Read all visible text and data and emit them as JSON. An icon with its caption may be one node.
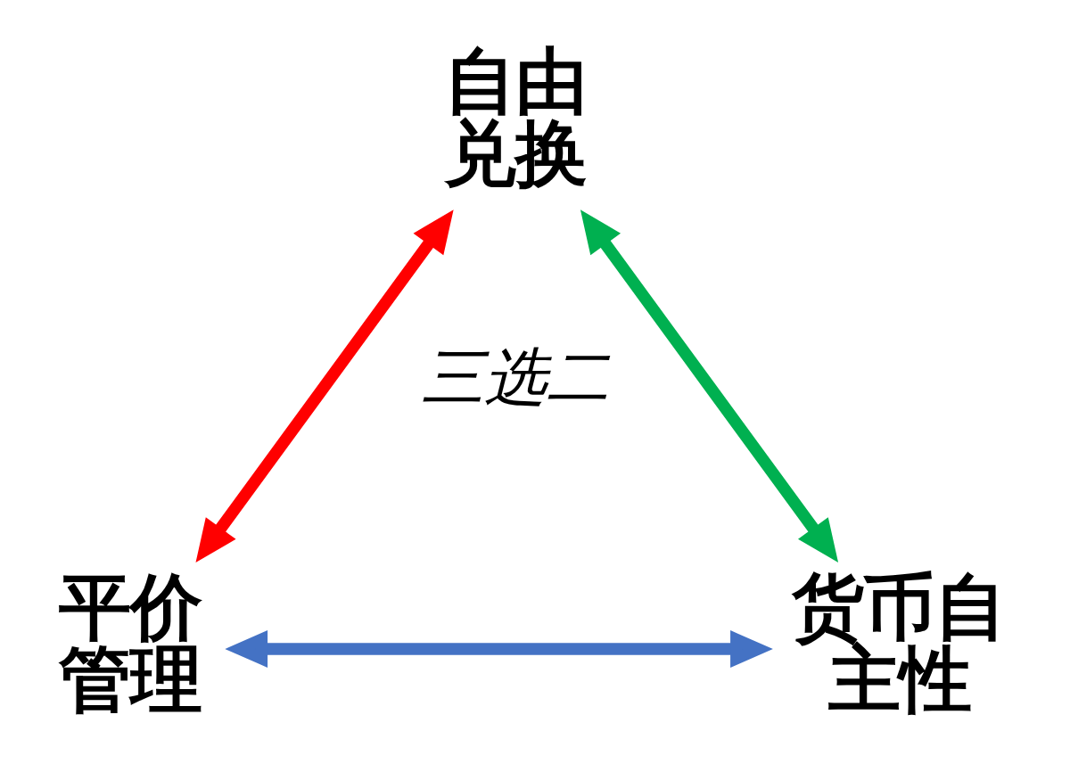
{
  "diagram": {
    "nodes": [
      {
        "text": [
          "自由兑换"
        ]
      },
      {
        "text": [
          "平价管理"
        ]
      },
      {
        "text": [
          "货币自主性"
        ]
      }
    ],
    "edges": [
      {
        "from": 0,
        "to": 1,
        "arrow": "both",
        "color": "#ff0000"
      },
      {
        "from": 0,
        "to": 2,
        "arrow": "both",
        "color": "#00b050"
      },
      {
        "from": 1,
        "to": 2,
        "arrow": "both",
        "color": "#4472c4"
      }
    ],
    "labels": [
      "三选二"
    ]
  }
}
